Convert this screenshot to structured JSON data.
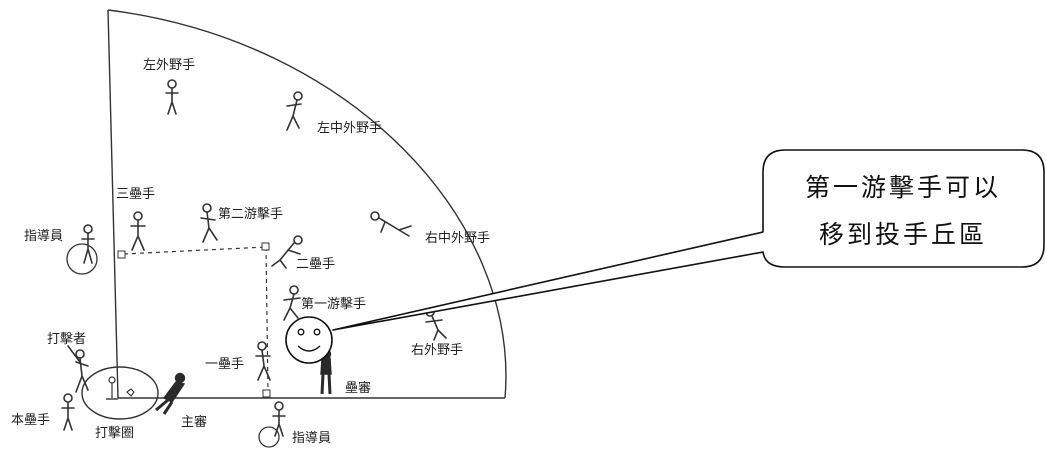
{
  "positions": {
    "left_fielder": "左外野手",
    "left_center_fielder": "左中外野手",
    "third_baseman": "三壘手",
    "second_shortstop": "第二游擊手",
    "right_center_fielder": "右中外野手",
    "coach_left": "指導員",
    "second_baseman": "二壘手",
    "first_shortstop": "第一游擊手",
    "right_fielder": "右外野手",
    "batter": "打擊者",
    "first_baseman": "一壘手",
    "base_umpire": "壘審",
    "home_baseman": "本壘手",
    "batting_circle": "打擊圈",
    "home_umpire": "主審",
    "coach_bottom": "指導員"
  },
  "callout": {
    "line1": "第一游擊手可以",
    "line2": "移到投手丘區"
  }
}
